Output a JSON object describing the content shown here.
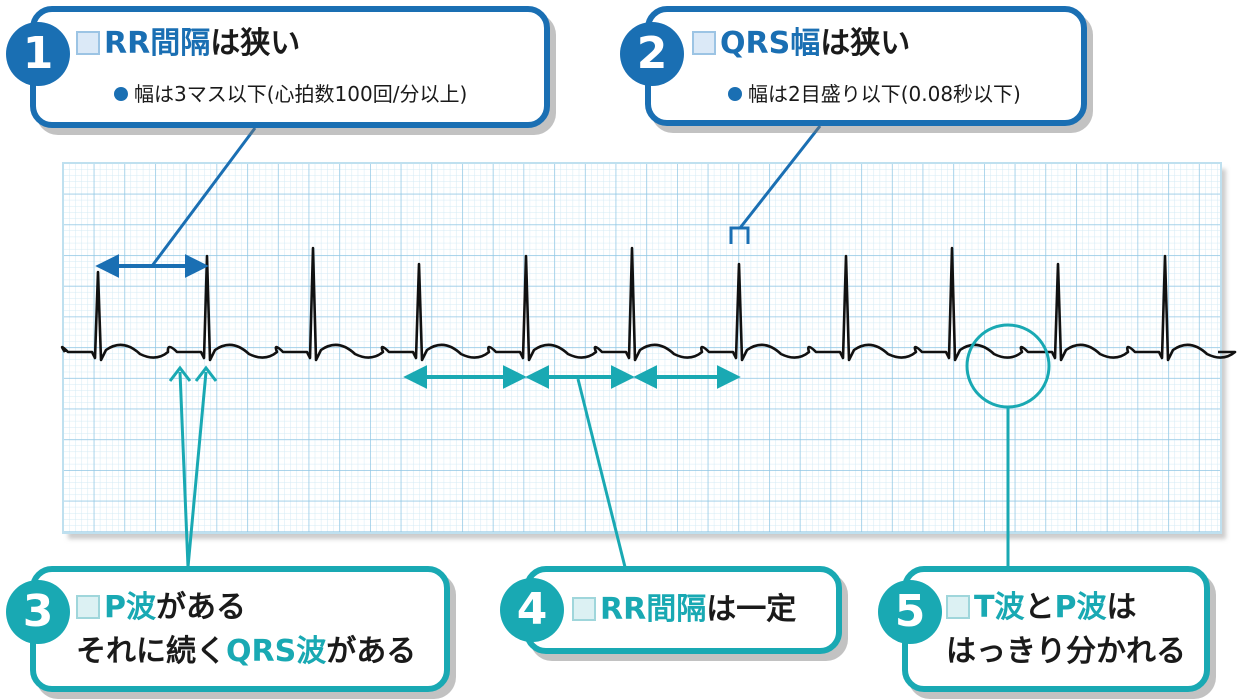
{
  "callouts": [
    {
      "num": "1",
      "title_hl": "RR間隔",
      "title_rest": "は狭い",
      "sub": "幅は3マス以下(心拍数100回/分以上)"
    },
    {
      "num": "2",
      "title_hl": "QRS幅",
      "title_rest": "は狭い",
      "sub": "幅は2目盛り以下(0.08秒以下)"
    },
    {
      "num": "3",
      "line1_hl": "P波",
      "line1_rest": "がある",
      "line2_pre": "それに続く",
      "line2_hl": "QRS波",
      "line2_rest": "がある"
    },
    {
      "num": "4",
      "title_hl": "RR間隔",
      "title_rest": "は一定"
    },
    {
      "num": "5",
      "line1_hl1": "T波",
      "line1_mid": "と",
      "line1_hl2": "P波",
      "line1_rest": "は",
      "line2": "はっきり分かれる"
    }
  ],
  "colors": {
    "blue": "#1a6fb3",
    "teal": "#19a9b3",
    "grid_minor": "#cde6f2",
    "grid_major": "#93c9e6",
    "trace": "#111111"
  },
  "icons": {
    "checkbox": "checkbox-icon",
    "bullet": "bullet-dot-icon"
  }
}
